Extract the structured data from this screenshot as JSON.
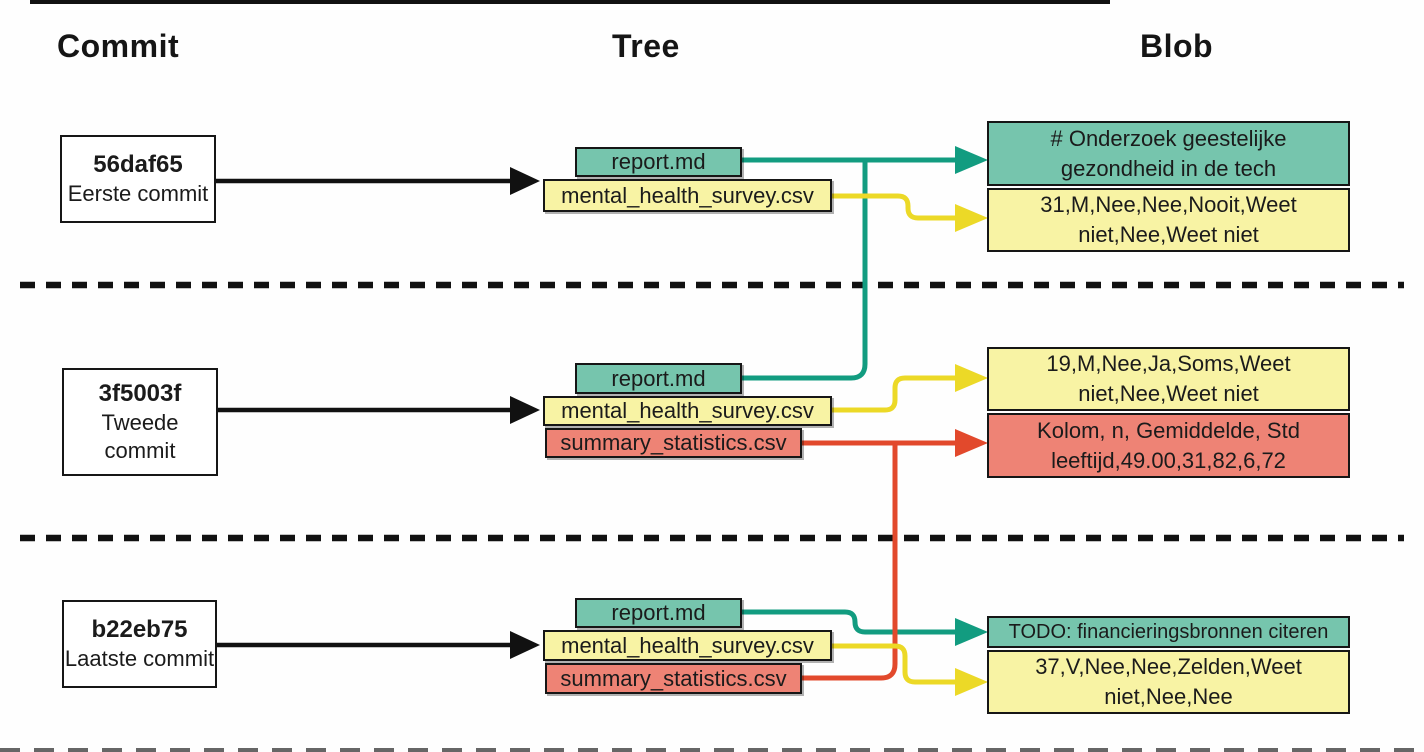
{
  "headers": {
    "commit": "Commit",
    "tree": "Tree",
    "blob": "Blob"
  },
  "colors": {
    "teal_fill": "#76c5ad",
    "teal_line": "#129c80",
    "yellow_fill": "#f8f3a4",
    "yellow_line": "#ecd927",
    "red_fill": "#ee8375",
    "red_line": "#e2492c",
    "border": "#161616",
    "background": "#fefefe"
  },
  "rows": [
    {
      "commit": {
        "hash": "56daf65",
        "label": "Eerste commit"
      },
      "tree": [
        {
          "name": "report.md",
          "color": "teal"
        },
        {
          "name": "mental_health_survey.csv",
          "color": "yellow"
        }
      ],
      "blobs": [
        {
          "text": "# Onderzoek geestelijke gezondheid in de tech",
          "color": "teal"
        },
        {
          "text": "31,M,Nee,Nee,Nooit,Weet niet,Nee,Weet niet",
          "color": "yellow"
        }
      ]
    },
    {
      "commit": {
        "hash": "3f5003f",
        "label": "Tweede\ncommit"
      },
      "tree": [
        {
          "name": "report.md",
          "color": "teal"
        },
        {
          "name": "mental_health_survey.csv",
          "color": "yellow"
        },
        {
          "name": "summary_statistics.csv",
          "color": "red"
        }
      ],
      "blobs": [
        {
          "text": "19,M,Nee,Ja,Soms,Weet niet,Nee,Weet niet",
          "color": "yellow"
        },
        {
          "text": "Kolom, n, Gemiddelde, Std leeftijd,49.00,31,82,6,72",
          "color": "red"
        }
      ]
    },
    {
      "commit": {
        "hash": "b22eb75",
        "label": "Laatste commit"
      },
      "tree": [
        {
          "name": "report.md",
          "color": "teal"
        },
        {
          "name": "mental_health_survey.csv",
          "color": "yellow"
        },
        {
          "name": "summary_statistics.csv",
          "color": "red"
        }
      ],
      "blobs": [
        {
          "text": "TODO: financieringsbronnen citeren",
          "color": "teal"
        },
        {
          "text": "37,V,Nee,Nee,Zelden,Weet niet,Nee,Nee",
          "color": "yellow"
        }
      ]
    }
  ]
}
